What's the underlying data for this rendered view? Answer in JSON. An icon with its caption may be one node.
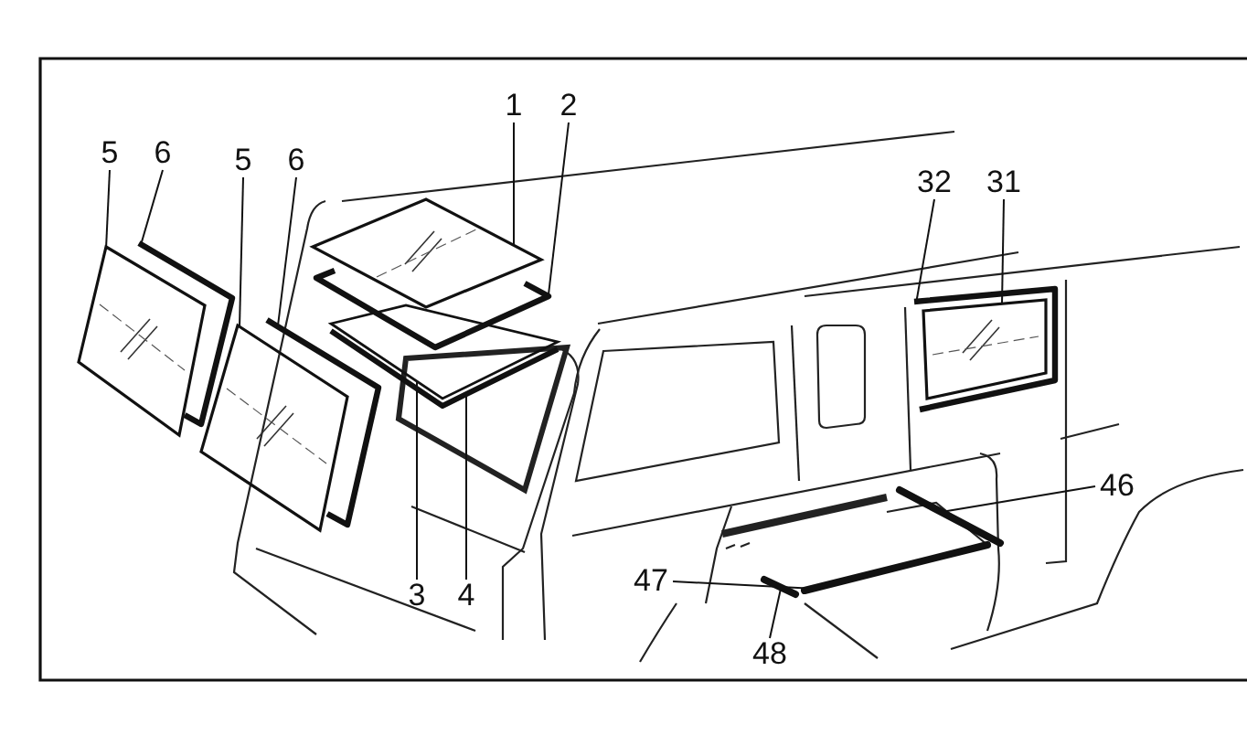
{
  "diagram": {
    "nodes": [
      {
        "text": [
          "5"
        ]
      },
      {
        "text": [
          "6"
        ]
      },
      {
        "text": [
          "5"
        ]
      },
      {
        "text": [
          "6"
        ]
      },
      {
        "text": [
          "1"
        ]
      },
      {
        "text": [
          "2"
        ]
      },
      {
        "text": [
          "3"
        ]
      },
      {
        "text": [
          "4"
        ]
      },
      {
        "text": [
          "32"
        ]
      },
      {
        "text": [
          "31"
        ]
      },
      {
        "text": [
          "46"
        ]
      },
      {
        "text": [
          "47"
        ]
      },
      {
        "text": [
          "48"
        ]
      },
      {
        "text": [],
        "shape": "picture"
      },
      {
        "text": [],
        "shape": "picture"
      },
      {
        "text": [],
        "shape": "picture"
      },
      {
        "text": [],
        "shape": "picture"
      },
      {
        "text": [],
        "shape": "picture"
      },
      {
        "text": [],
        "shape": "picture"
      },
      {
        "text": [],
        "shape": "picture"
      },
      {
        "text": [],
        "shape": "picture"
      },
      {
        "text": [],
        "shape": "picture"
      },
      {
        "text": [],
        "shape": "picture",
        "in": 21
      },
      {
        "text": [],
        "shape": "bar"
      },
      {
        "text": [],
        "shape": "bar"
      },
      {
        "text": [],
        "shape": "bar"
      }
    ],
    "edges": [
      {
        "from": 0,
        "to": 13,
        "arrow": "none"
      },
      {
        "from": 1,
        "to": 14,
        "arrow": "none"
      },
      {
        "from": 2,
        "to": 15,
        "arrow": "none"
      },
      {
        "from": 3,
        "to": 16,
        "arrow": "none"
      },
      {
        "from": 4,
        "to": 17,
        "arrow": "none"
      },
      {
        "from": 5,
        "to": 18,
        "arrow": "none"
      },
      {
        "from": 6,
        "to": 19,
        "arrow": "none"
      },
      {
        "from": 7,
        "to": 20,
        "arrow": "none"
      },
      {
        "from": 8,
        "to": 21,
        "arrow": "none"
      },
      {
        "from": 9,
        "to": 22,
        "arrow": "none"
      },
      {
        "from": 10,
        "to": 23,
        "arrow": "none"
      },
      {
        "from": 11,
        "to": 24,
        "arrow": "none"
      },
      {
        "from": 12,
        "to": 25,
        "arrow": "none"
      }
    ]
  }
}
